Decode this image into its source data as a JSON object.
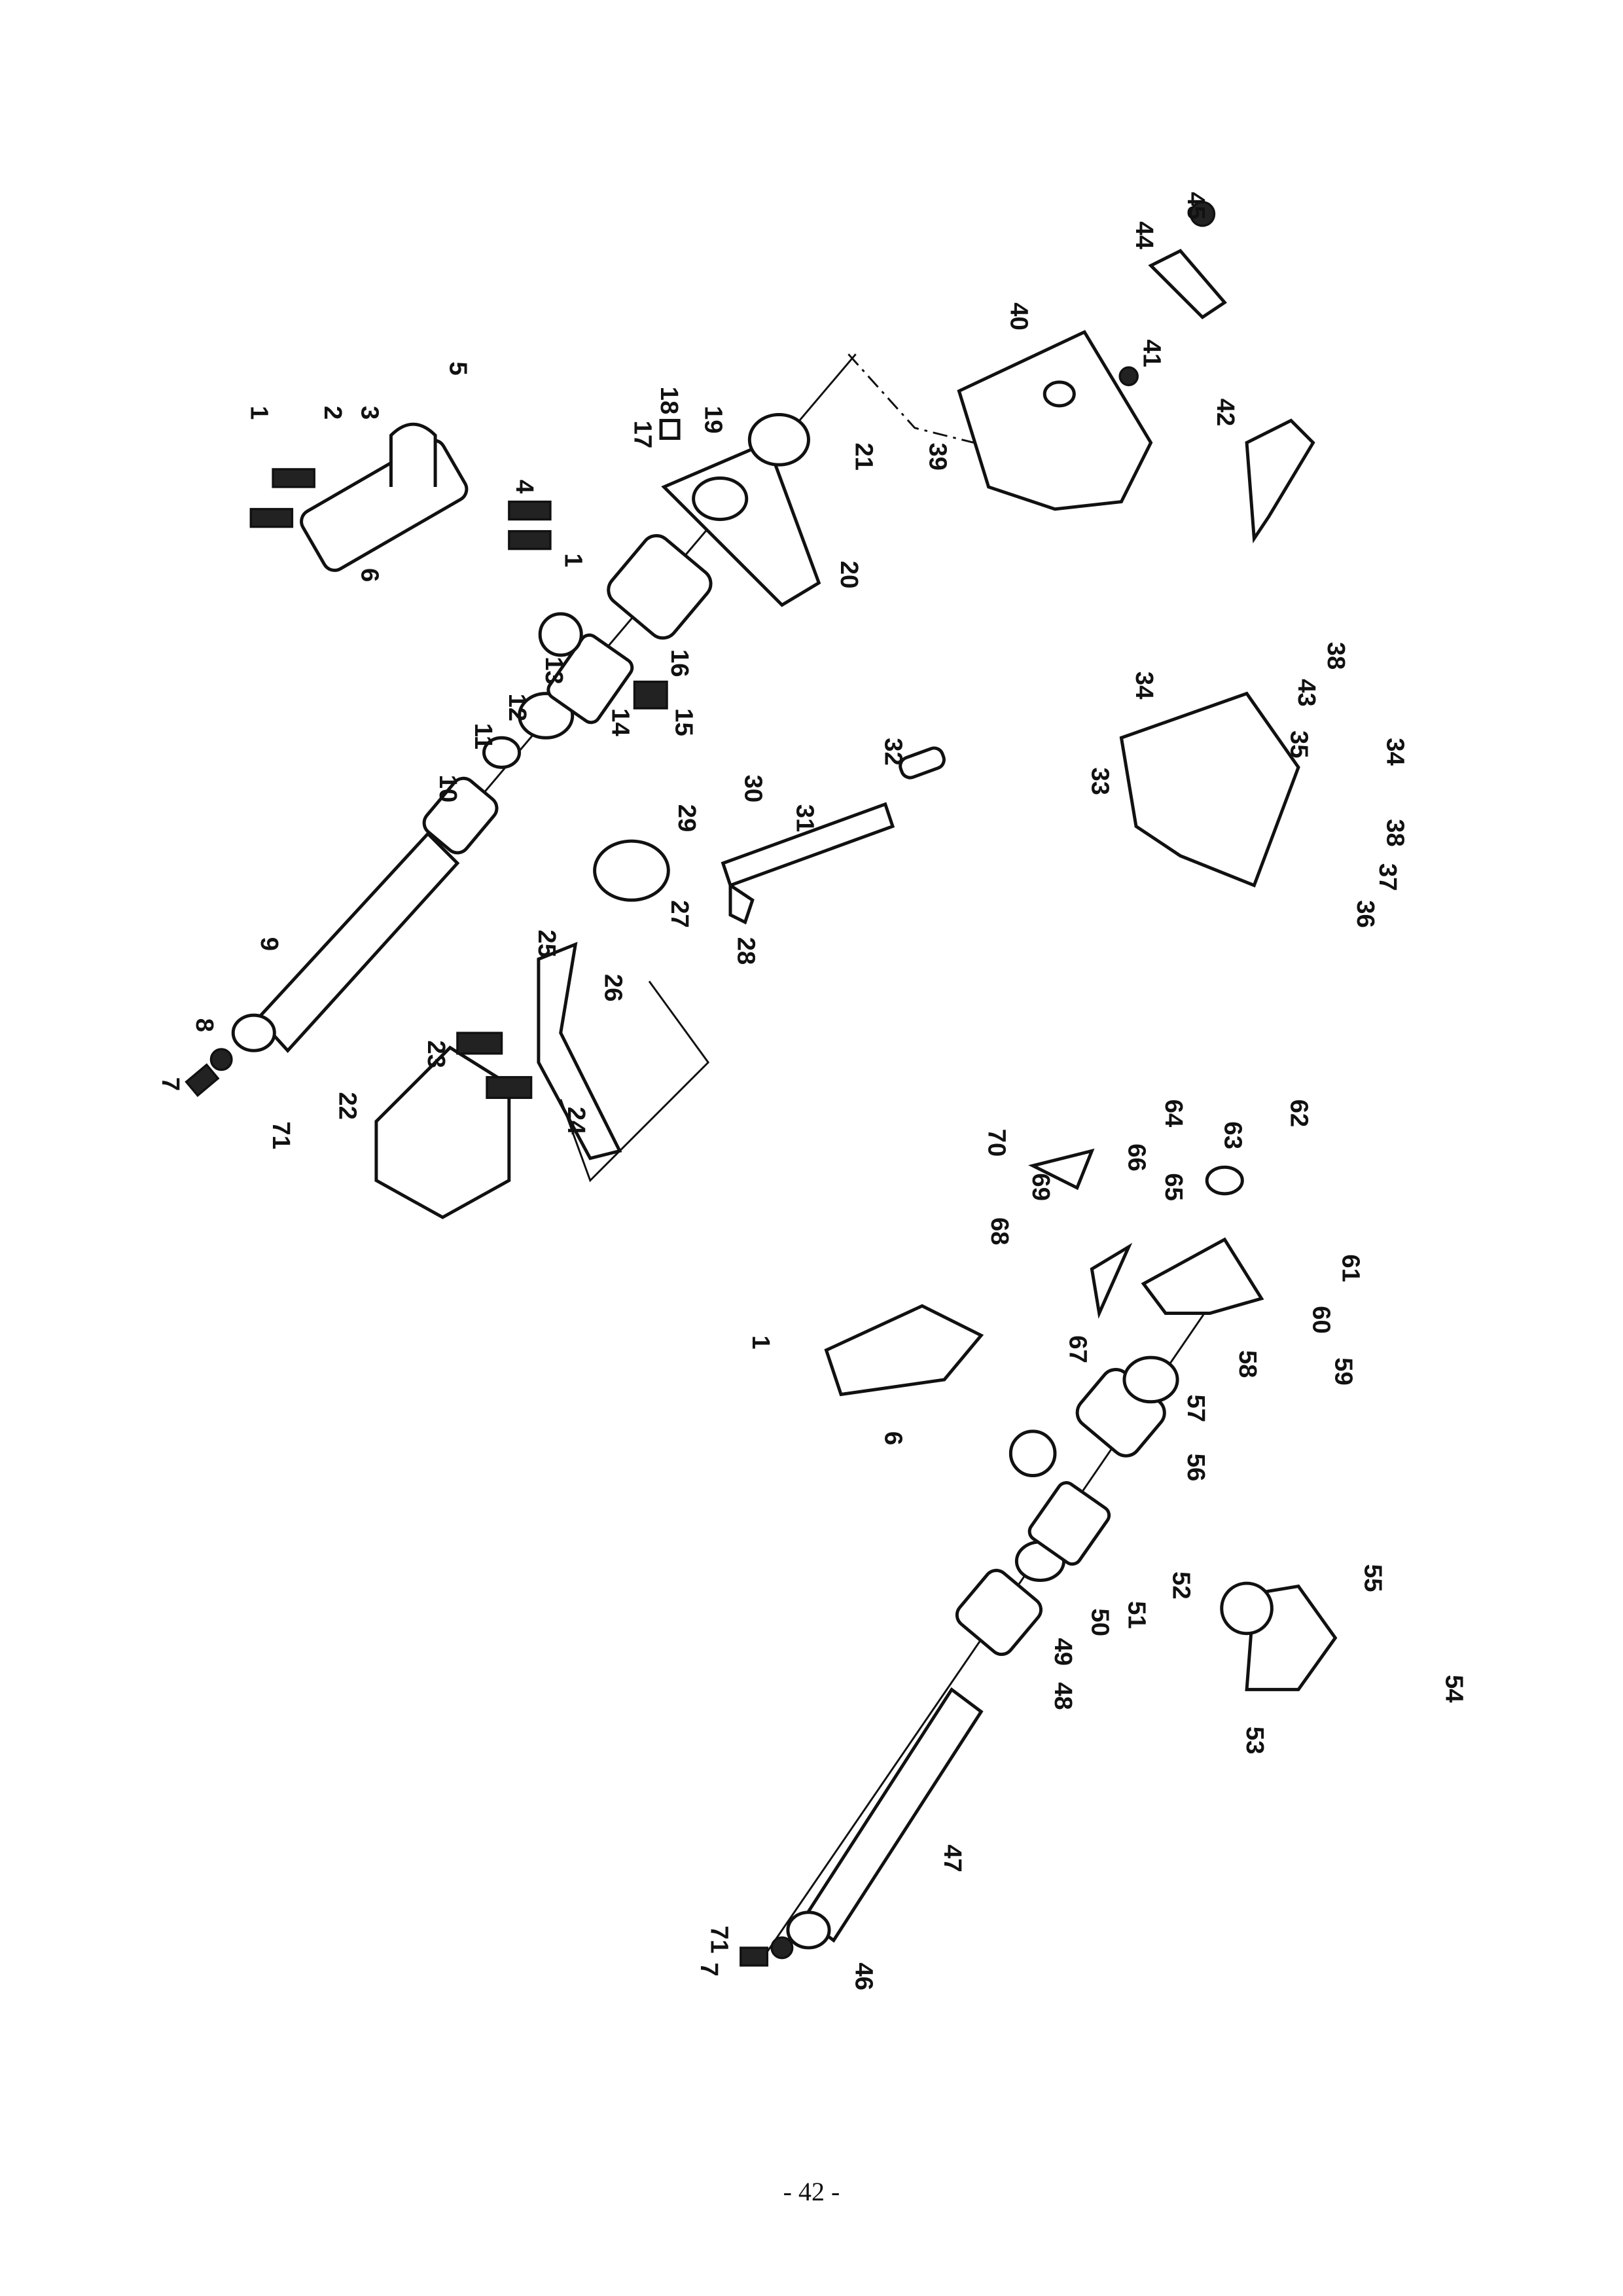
{
  "page_number": "- 42 -",
  "labels": [
    "1",
    "2",
    "3",
    "5",
    "4",
    "6",
    "1",
    "17",
    "18",
    "19",
    "21",
    "20",
    "39",
    "16",
    "13",
    "12",
    "11",
    "10",
    "14",
    "15",
    "9",
    "8",
    "7",
    "71",
    "25",
    "26",
    "23",
    "22",
    "24",
    "27",
    "28",
    "29",
    "30",
    "31",
    "32",
    "40",
    "41",
    "42",
    "44",
    "45",
    "33",
    "34",
    "38",
    "43",
    "35",
    "34",
    "38",
    "37",
    "36",
    "64",
    "70",
    "69",
    "68",
    "66",
    "65",
    "63",
    "62",
    "61",
    "60",
    "58",
    "59",
    "67",
    "57",
    "56",
    "1",
    "6",
    "52",
    "51",
    "50",
    "49",
    "48",
    "47",
    "53",
    "54",
    "55",
    "7",
    "71",
    "46"
  ]
}
